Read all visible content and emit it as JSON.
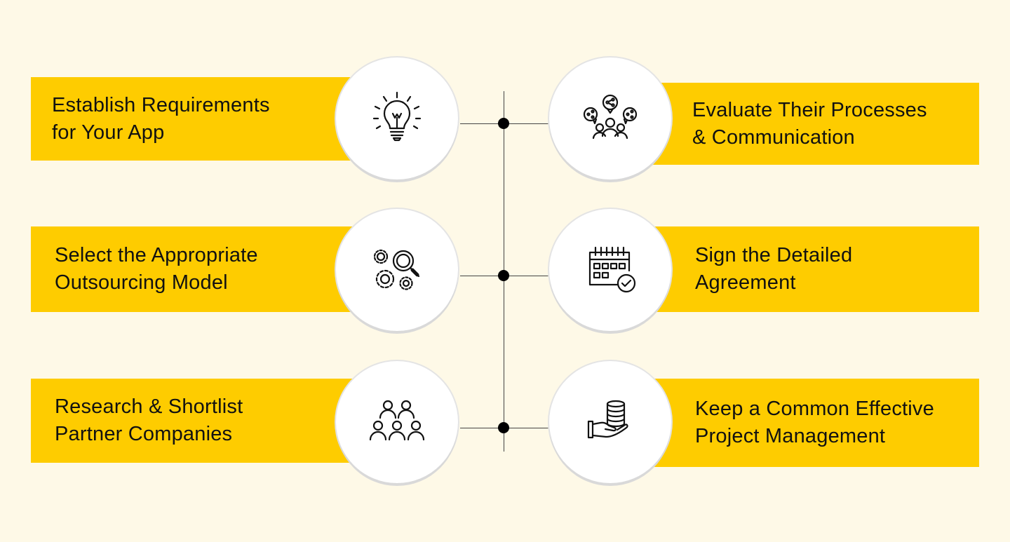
{
  "steps_left": [
    {
      "label": "Establish Requirements\nfor Your App",
      "icon": "lightbulb-icon"
    },
    {
      "label": "Select the Appropriate\nOutsourcing Model",
      "icon": "gears-magnifier-icon"
    },
    {
      "label": "Research & Shortlist\nPartner Companies",
      "icon": "team-group-icon"
    }
  ],
  "steps_right": [
    {
      "label": "Evaluate Their Processes\n& Communication",
      "icon": "team-communication-icon"
    },
    {
      "label": "Sign the Detailed\nAgreement",
      "icon": "calendar-check-icon"
    },
    {
      "label": "Keep a Common Effective\nProject Management",
      "icon": "hand-coins-icon"
    }
  ],
  "colors": {
    "background": "#FEF9E7",
    "band": "#FECC00",
    "circle": "#FFFFFF",
    "line": "#444444",
    "dot": "#000000"
  }
}
